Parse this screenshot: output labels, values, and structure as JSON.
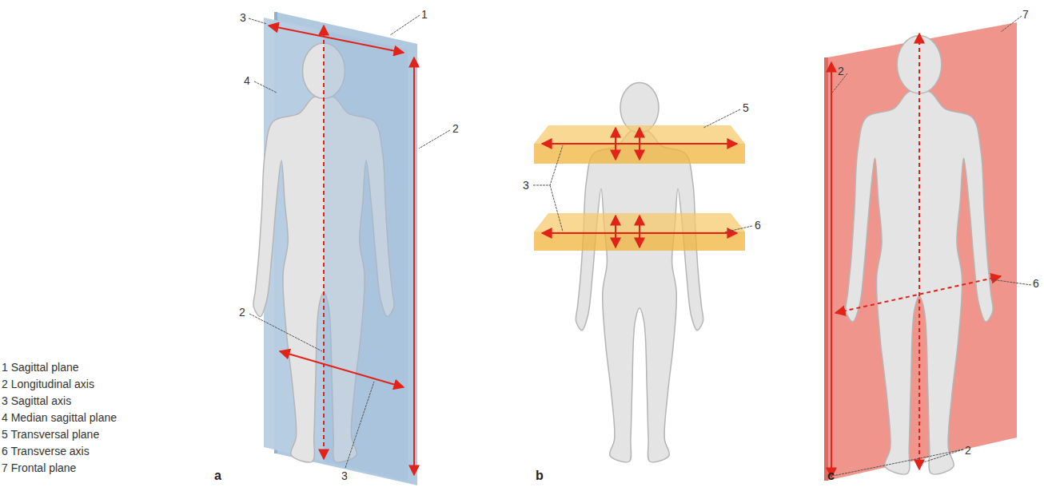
{
  "diagram": {
    "labels": [
      "1 Sagittal plane",
      "2 Longitudinal axis",
      "3 Sagittal axis",
      "4 Median sagittal plane",
      "5 Transversal plane",
      "6 Transverse axis",
      "7 Frontal plane",
      "3",
      "1",
      "4",
      "2",
      "2",
      "3",
      "a",
      "5",
      "3",
      "6",
      "b",
      "2",
      "7",
      "6",
      "2",
      "c"
    ]
  }
}
